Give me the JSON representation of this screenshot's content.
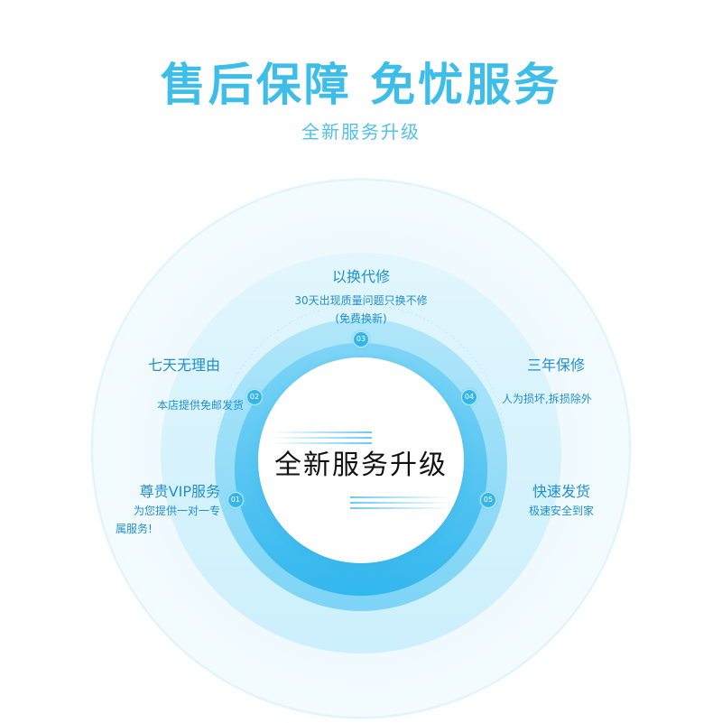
{
  "header": {
    "title": "售后保障 免忧服务",
    "subtitle": "全新服务升级"
  },
  "center": {
    "label": "全新服务升级"
  },
  "colors": {
    "accent": "#3cbdea",
    "text_blue": "#1f8fd0",
    "badge": "#35b6ea"
  },
  "features": [
    {
      "num": "01",
      "title": "尊贵VIP服务",
      "desc_line1": "为您提供一对一专",
      "desc_line2": "属服务!"
    },
    {
      "num": "02",
      "title": "七天无理由",
      "desc_line1": "本店提供免邮发货"
    },
    {
      "num": "03",
      "title": "以换代修",
      "desc_line1": "30天出现质量问题只换不修",
      "desc_line2": "(免费换新)"
    },
    {
      "num": "04",
      "title": "三年保修",
      "desc_line1": "人为损坏,拆损除外"
    },
    {
      "num": "05",
      "title": "快速发货",
      "desc_line1": "极速安全到家"
    }
  ]
}
